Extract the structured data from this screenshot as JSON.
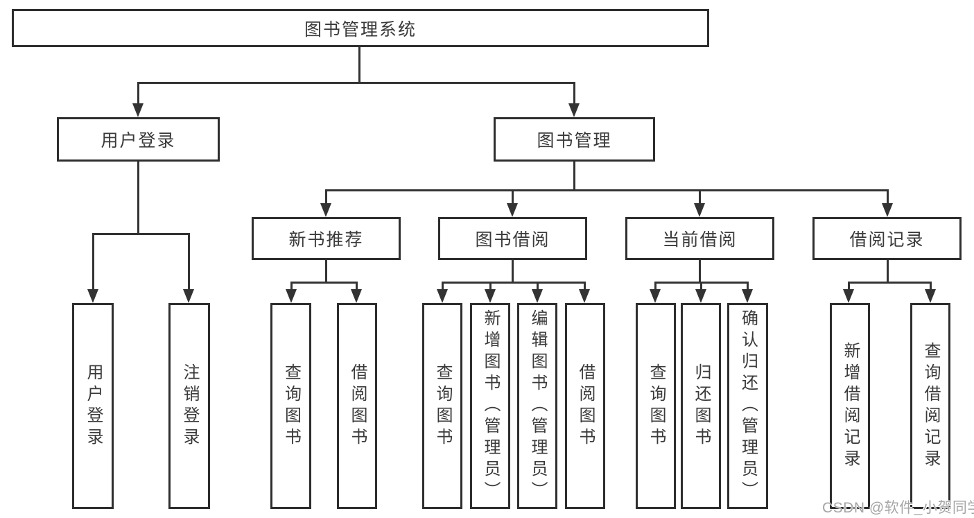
{
  "tree": {
    "root": {
      "label": "图书管理系统"
    },
    "branches": [
      {
        "label": "用户登录",
        "children": [
          {
            "label": "用户登录"
          },
          {
            "label": "注销登录"
          }
        ]
      },
      {
        "label": "图书管理",
        "children": [
          {
            "label": "新书推荐",
            "children": [
              {
                "label": "查询图书"
              },
              {
                "label": "借阅图书"
              }
            ]
          },
          {
            "label": "图书借阅",
            "children": [
              {
                "label": "查询图书"
              },
              {
                "label": "新增图书（管理员）"
              },
              {
                "label": "编辑图书（管理员）"
              },
              {
                "label": "借阅图书"
              }
            ]
          },
          {
            "label": "当前借阅",
            "children": [
              {
                "label": "查询图书"
              },
              {
                "label": "归还图书"
              },
              {
                "label": "确认归还（管理员）"
              }
            ]
          },
          {
            "label": "借阅记录",
            "children": [
              {
                "label": "新增借阅记录"
              },
              {
                "label": "查询借阅记录"
              }
            ]
          }
        ]
      }
    ]
  },
  "watermark": {
    "text": "CSDN @软件_小贺同学"
  },
  "colors": {
    "line": "#333333",
    "box_border": "#2e2e2e",
    "text": "#3a3a3a",
    "watermark": "#a5a5a5",
    "background": "#ffffff"
  }
}
